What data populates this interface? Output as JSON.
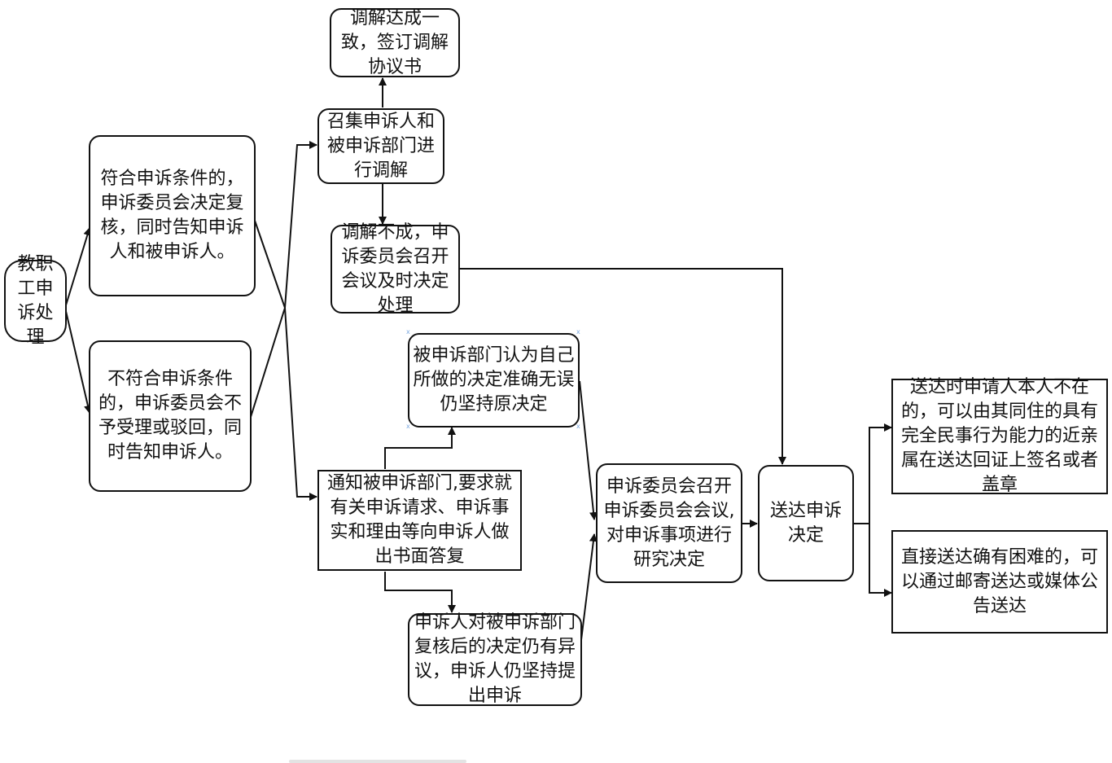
{
  "diagram": {
    "nodes": {
      "start": "教职工申诉处理",
      "eligible": "符合申诉条件的，申诉委员会决定复核，同时告知申诉人和被申诉人。",
      "ineligible": "不符合申诉条件的，申诉委员会不予受理或驳回，同时告知申诉人。",
      "mediate": "召集申诉人和被申诉部门进行调解",
      "agreement": "调解达成一致，签订调解协议书",
      "mediation_failed": "调解不成，申诉委员会召开会议及时决定处理",
      "dept_insists": "被申诉部门认为自己所做的决定准确无误仍坚持原决定",
      "notify_dept": "通知被申诉部门,要求就有关申诉请求、申诉事实和理由等向申诉人做出书面答复",
      "appellant_objects": "申诉人对被申诉部门复核后的决定仍有异议，申诉人仍坚持提出申诉",
      "committee_meeting": "申诉委员会召开申诉委员会会议,对申诉事项进行研究决定",
      "deliver": "送达申诉决定",
      "absent": "送达时申请人本人不在的，可以由其同住的具有完全民事行为能力的近亲属在送达回证上签名或者盖章",
      "difficult": "直接送达确有困难的，可以通过邮寄送达或媒体公告送达"
    },
    "colors": {
      "stroke": "#111111",
      "fill": "#ffffff",
      "selection": "#7aa7e0"
    }
  }
}
